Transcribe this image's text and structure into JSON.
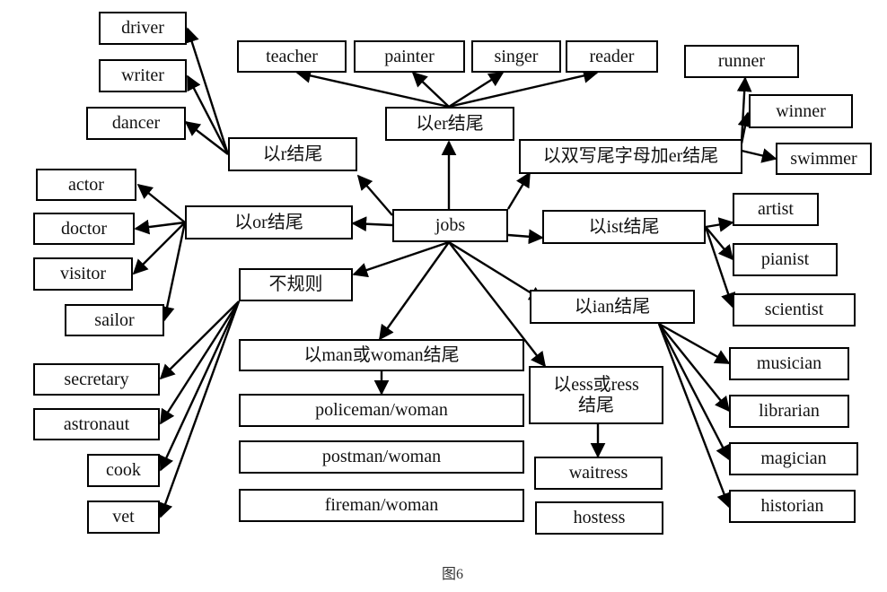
{
  "diagram": {
    "center": "jobs",
    "groups": {
      "r_end": "以r结尾",
      "er_end": "以er结尾",
      "double_er_end": "以双写尾字母加er结尾",
      "or_end": "以or结尾",
      "ist_end": "以ist结尾",
      "irregular": "不规则",
      "ian_end": "以ian结尾",
      "man_woman_end": "以man或woman结尾",
      "ess_end": "以ess或ress\n结尾"
    },
    "words": {
      "driver": "driver",
      "writer": "writer",
      "dancer": "dancer",
      "teacher": "teacher",
      "painter": "painter",
      "singer": "singer",
      "reader": "reader",
      "runner": "runner",
      "winner": "winner",
      "swimmer": "swimmer",
      "actor": "actor",
      "doctor": "doctor",
      "visitor": "visitor",
      "sailor": "sailor",
      "artist": "artist",
      "pianist": "pianist",
      "scientist": "scientist",
      "secretary": "secretary",
      "astronaut": "astronaut",
      "cook": "cook",
      "vet": "vet",
      "musician": "musician",
      "librarian": "librarian",
      "magician": "magician",
      "historian": "historian",
      "policeman": "policeman/woman",
      "postman": "postman/woman",
      "fireman": "fireman/woman",
      "waitress": "waitress",
      "hostess": "hostess"
    },
    "caption": "图6"
  }
}
